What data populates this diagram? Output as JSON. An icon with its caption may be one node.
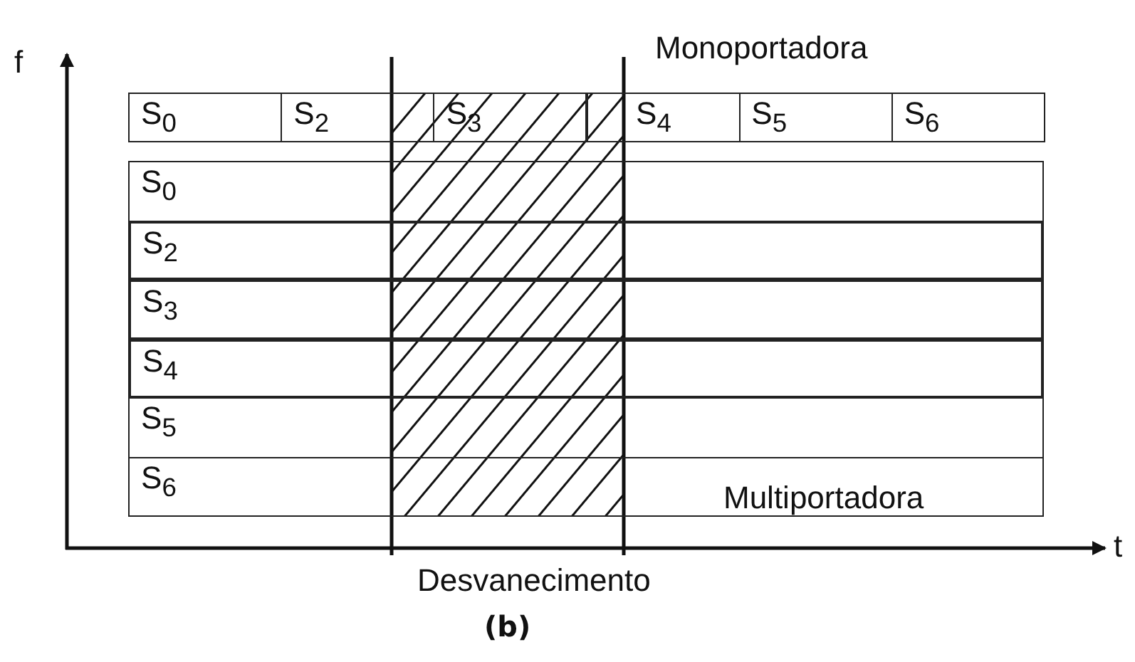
{
  "diagram": {
    "caption": "(b)",
    "labels": [
      "f",
      "Monoportadora",
      "S$_{0}$",
      "S$_{2}$",
      "S$_{3}$",
      "S$_{4}$",
      "S$_{5}$",
      "S$_{6}$",
      "S$_{0}$",
      "S$_{2}$",
      "S$_{3}$",
      "S$_{4}$",
      "S$_{5}$",
      "S$_{6}$",
      "Multiportadora",
      "t",
      "Desvanecimento"
    ]
  }
}
